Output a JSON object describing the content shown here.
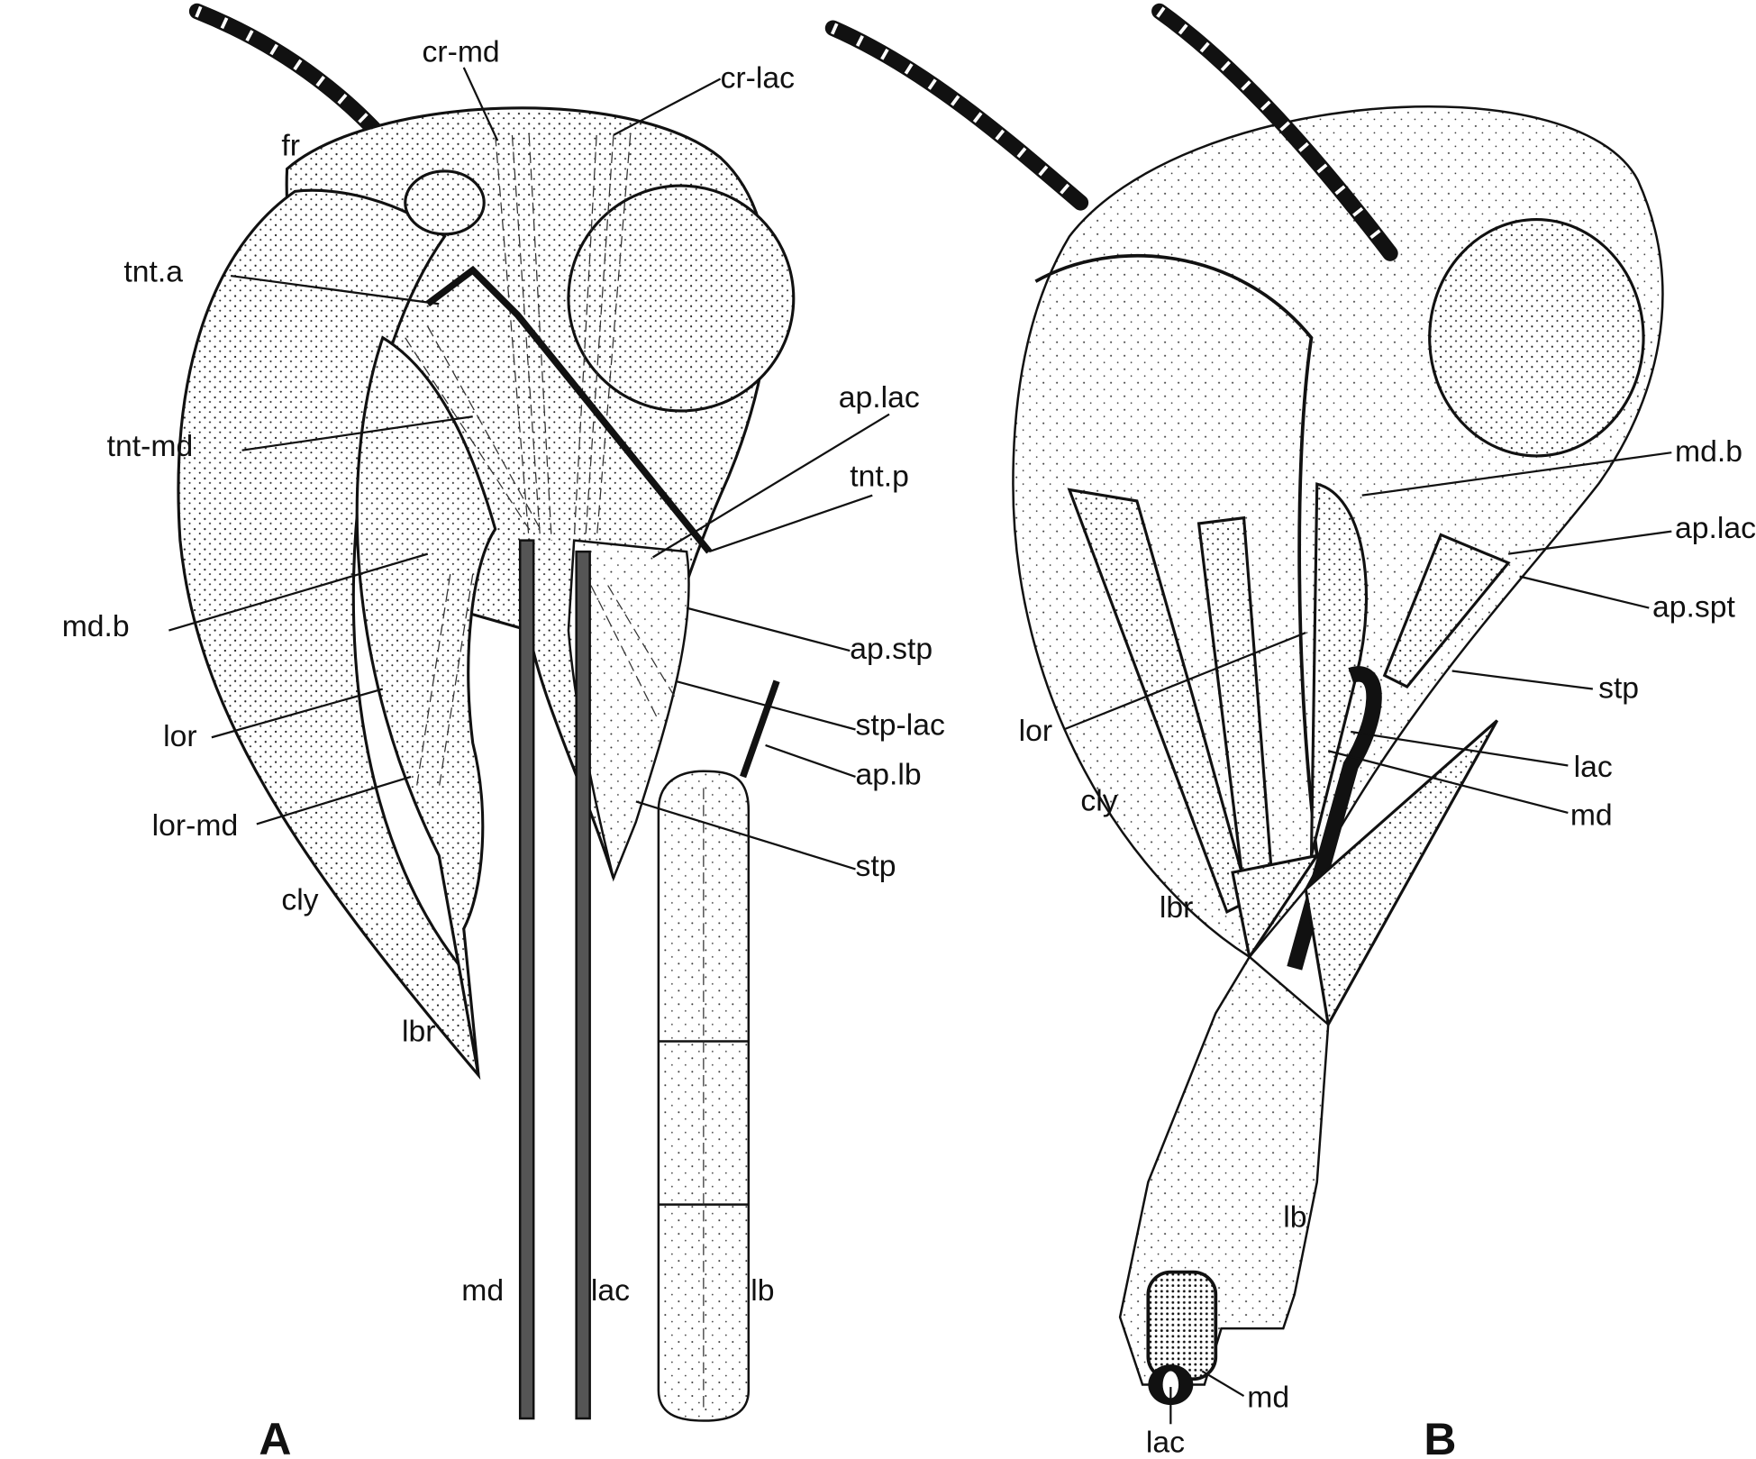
{
  "figure": {
    "panel_a": {
      "letter": "A",
      "labels": [
        "cr-md",
        "cr-lac",
        "fr",
        "tnt.a",
        "tnt-md",
        "ap.lac",
        "tnt.p",
        "md.b",
        "ap.stp",
        "stp-lac",
        "lor",
        "ap.lb",
        "lor-md",
        "stp",
        "cly",
        "lbr",
        "md",
        "lac",
        "lb"
      ]
    },
    "panel_b": {
      "letter": "B",
      "labels": [
        "md.b",
        "ap.lac",
        "ap.spt",
        "stp",
        "lor",
        "lac",
        "cly",
        "md",
        "lbr",
        "lb",
        "md",
        "lac"
      ]
    }
  }
}
